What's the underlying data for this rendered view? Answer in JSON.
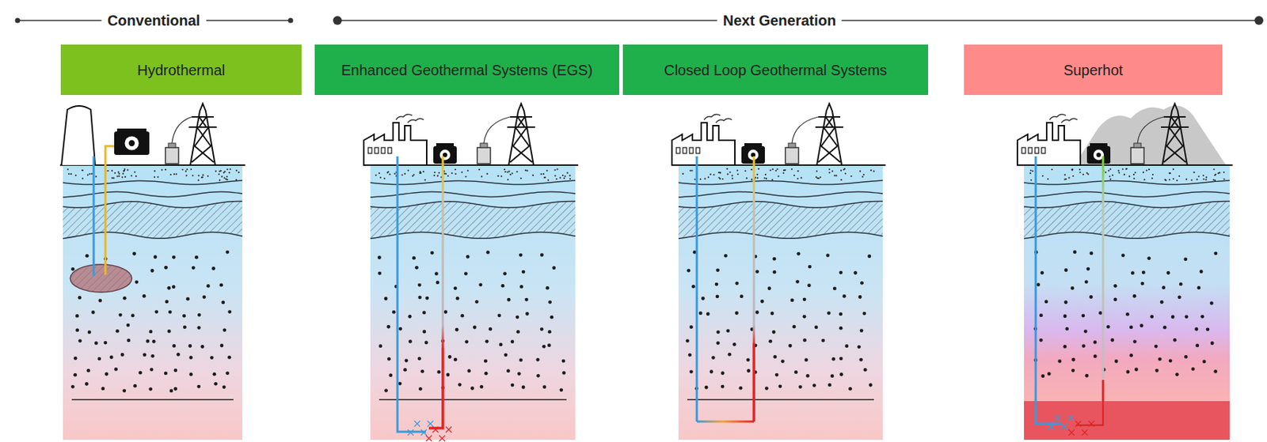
{
  "diagram": {
    "nodes": [
      {
        "text": [
          "Hydrothermal"
        ]
      },
      {
        "text": [
          "Enhanced Geothermal Systems (EGS)"
        ]
      },
      {
        "text": [
          "Closed Loop Geothermal Systems"
        ]
      },
      {
        "text": [
          "Superhot"
        ]
      }
    ],
    "labels": [
      "Conventional",
      "Next Generation"
    ]
  }
}
